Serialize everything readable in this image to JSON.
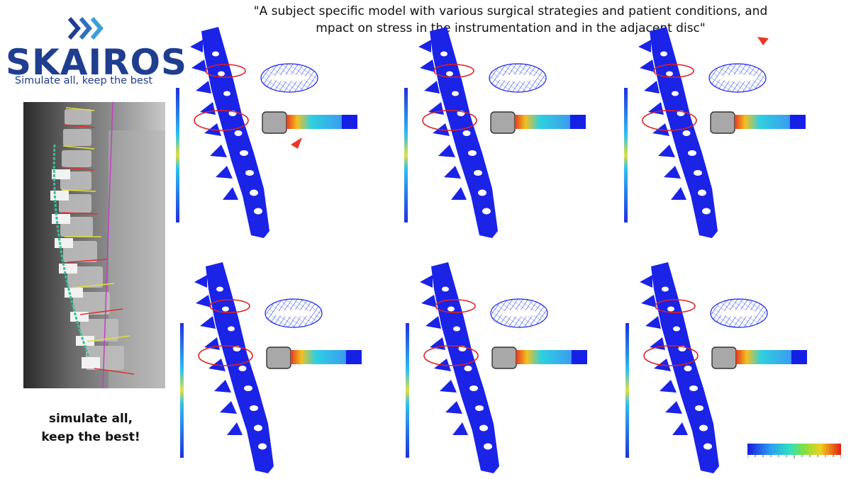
{
  "logo": {
    "wordmark": "SKAIROS",
    "tagline": "Simulate all, keep the best",
    "color": "#1f3e8f",
    "accent": "#3aa0d8"
  },
  "sidebar": {
    "xray_image": "spine-xray-with-implants",
    "tagline_line1": "simulate all,",
    "tagline_line2": "keep the best!"
  },
  "header": {
    "title_line1": "\"A subject specific model with various surgical strategies and patient conditions, and",
    "title_line2": "mpact on stress in the instrumentation and in the adjacent disc\""
  },
  "colors": {
    "spine": "#1a23e6",
    "highlight_ellipse": "#e02020",
    "arrow": "#e83828",
    "screw_head": "#a8a8a8"
  },
  "legend": {
    "colormap": "blue-cyan-green-yellow-red stress scale"
  }
}
